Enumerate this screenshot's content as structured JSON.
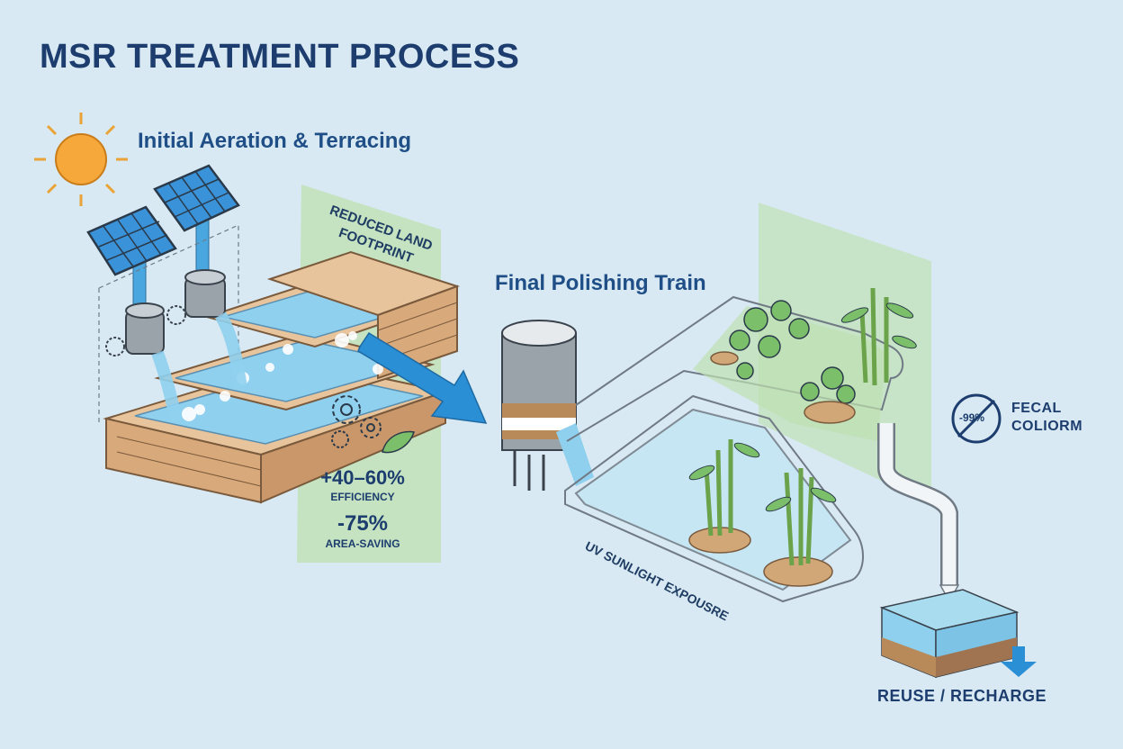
{
  "title": "MSR TREATMENT PROCESS",
  "sections": {
    "initial": "Initial Aeration & Terracing",
    "final": "Final Polishing Train"
  },
  "callouts": {
    "reduced_land": [
      "REDUCED LAND",
      "FOOTPRINT"
    ],
    "efficiency_value": "+40–60%",
    "efficiency_label": "EFFICIENCY",
    "area_value": "-75%",
    "area_label": "AREA-SAVING",
    "uv": "UV SUNLIGHT EXPOUSRE",
    "fecal_badge": "-99%",
    "fecal": [
      "FECAL",
      "COLIORM"
    ],
    "reuse": "REUSE / RECHARGE"
  },
  "colors": {
    "background": "#d8e9f3",
    "title": "#1c3d6e",
    "section": "#1f4f86",
    "water": "#8fd0ee",
    "flow_arrow": "#2b8fd6",
    "green_highlight": "#b8dcaa",
    "brick": "#e7c49c"
  },
  "icons": [
    "sun-icon",
    "solar-panel-icon",
    "pump-icon",
    "gears-icon",
    "leaf-icon",
    "bamboo-icon",
    "lily-pad-icon",
    "no-bacteria-icon",
    "down-arrow-icon"
  ]
}
